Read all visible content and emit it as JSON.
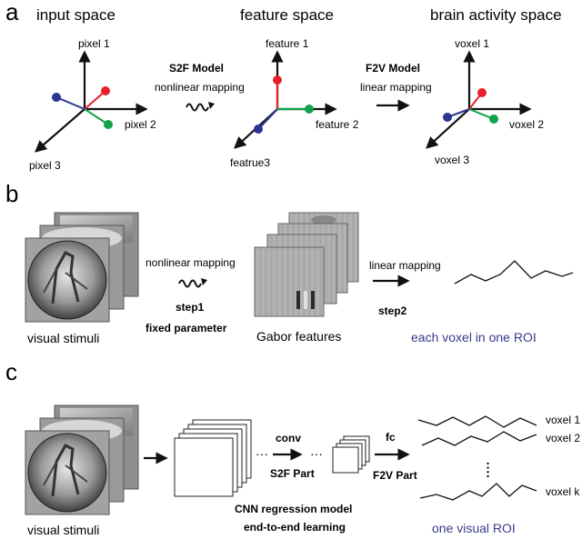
{
  "panel_a": {
    "letter": "a",
    "titles": {
      "input": "input space",
      "feature": "feature space",
      "brain": "brain activity space"
    },
    "input_axes": {
      "up": "pixel 1",
      "right": "pixel 2",
      "down": "pixel 3"
    },
    "feature_axes": {
      "up": "feature 1",
      "right": "feature 2",
      "down": "featrue3"
    },
    "voxel_axes": {
      "up": "voxel 1",
      "right": "voxel 2",
      "down": "voxel 3"
    },
    "s2f": {
      "title": "S2F Model",
      "caption": "nonlinear mapping"
    },
    "f2v": {
      "title": "F2V Model",
      "caption": "linear mapping"
    }
  },
  "panel_b": {
    "letter": "b",
    "stimuli_label": "visual stimuli",
    "nonlinear": "nonlinear mapping",
    "step1": "step1",
    "fixed": "fixed  parameter",
    "gabor": "Gabor features",
    "linear": "linear mapping",
    "step2": "step2",
    "voxel_note": "each voxel in one ROI"
  },
  "panel_c": {
    "letter": "c",
    "stimuli_label": "visual stimuli",
    "conv": "conv",
    "s2f_part": "S2F Part",
    "fc": "fc",
    "f2v_part": "F2V Part",
    "cnn1": "CNN regression model",
    "cnn2": "end-to-end learning",
    "roi": "one visual ROI",
    "voxel_labels": [
      "voxel 1",
      "voxel 2",
      "voxel k"
    ]
  },
  "colors": {
    "red": "#e8202a",
    "green": "#13a14a",
    "blue": "#2c3590",
    "roi_text": "#3a3a8c"
  },
  "icons": [
    "wavy-arrow-icon",
    "right-arrow-icon",
    "dots-icon"
  ]
}
